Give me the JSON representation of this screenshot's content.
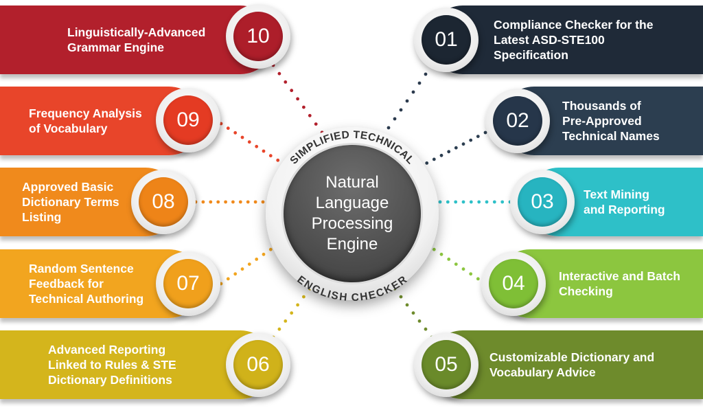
{
  "center": {
    "title": "Natural\nLanguage\nProcessing\nEngine",
    "arc_top": "SIMPLIFIED TECHNICAL",
    "arc_bottom": "ENGLISH CHECKER"
  },
  "items": [
    {
      "id": "01",
      "text": "Compliance Checker for the\nLatest ASD-STE100\nSpecification",
      "color": "#1f2a38",
      "circle": "#1c2632",
      "dot": "#2b3a4d"
    },
    {
      "id": "02",
      "text": "Thousands of\nPre-Approved\nTechnical Names",
      "color": "#2c3e50",
      "circle": "#26364a",
      "dot": "#2c3e50"
    },
    {
      "id": "03",
      "text": "Text Mining\nand Reporting",
      "color": "#2ec0c8",
      "circle": "#27b4c0",
      "dot": "#2ec0c8"
    },
    {
      "id": "04",
      "text": "Interactive and Batch\nChecking",
      "color": "#8cc63f",
      "circle": "#7fbf36",
      "dot": "#8cc63f"
    },
    {
      "id": "05",
      "text": "Customizable Dictionary and\nVocabulary Advice",
      "color": "#6e8b2c",
      "circle": "#6a8a2a",
      "dot": "#6e8b2c"
    },
    {
      "id": "06",
      "text": "Advanced Reporting\nLinked to Rules & STE\nDictionary Definitions",
      "color": "#d4b51c",
      "circle": "#d0b21a",
      "dot": "#d4b51c"
    },
    {
      "id": "07",
      "text": "Random Sentence\nFeedback for\nTechnical Authoring",
      "color": "#f2a51f",
      "circle": "#f0a01c",
      "dot": "#f2a51f"
    },
    {
      "id": "08",
      "text": "Approved Basic\nDictionary Terms\nListing",
      "color": "#f08a1c",
      "circle": "#ee8418",
      "dot": "#f08a1c"
    },
    {
      "id": "09",
      "text": "Frequency Analysis\nof Vocabulary",
      "color": "#e8452a",
      "circle": "#e43b23",
      "dot": "#e8452a"
    },
    {
      "id": "10",
      "text": "Linguistically-Advanced\nGrammar Engine",
      "color": "#b2202c",
      "circle": "#ad1e2a",
      "dot": "#b2202c"
    }
  ]
}
